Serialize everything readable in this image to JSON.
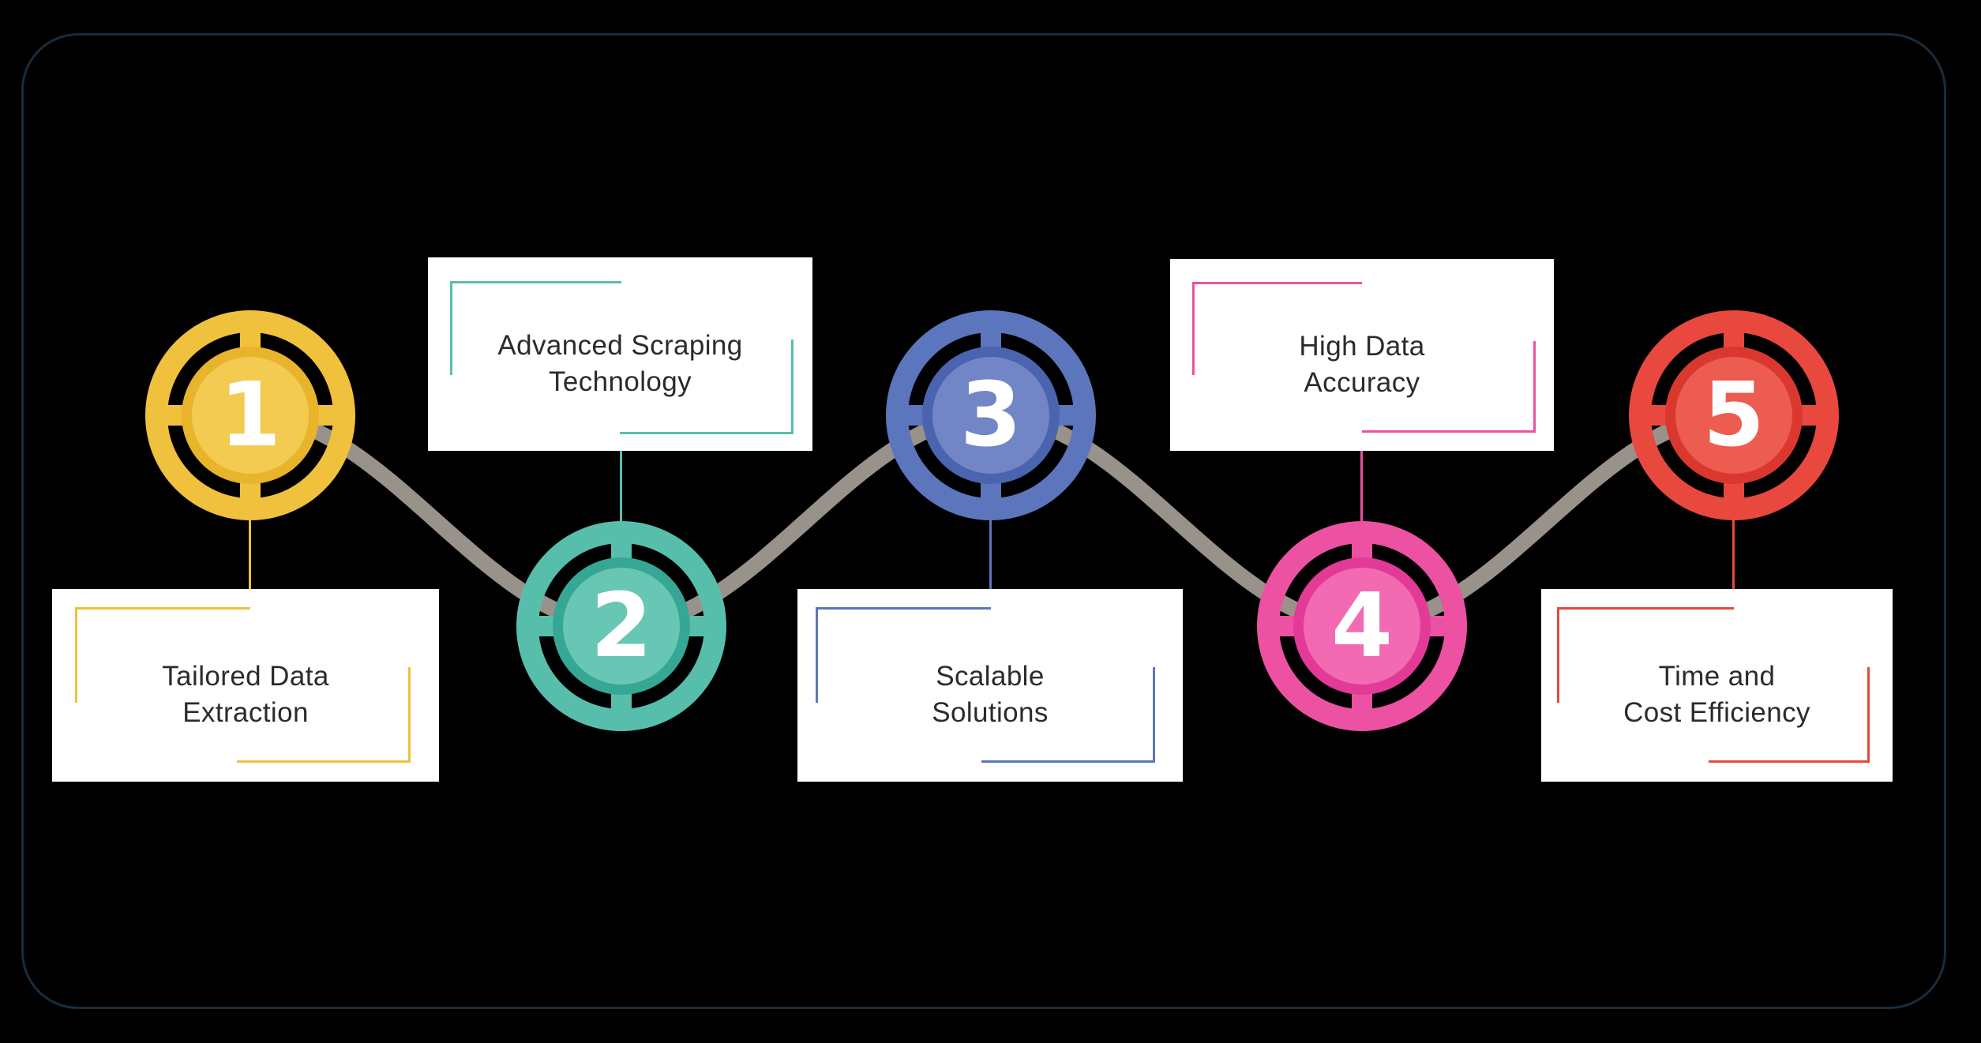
{
  "figure": {
    "background": "#000000",
    "frame_border": "#182C3C",
    "wave": "#98928B",
    "card_bg": "#FFFFFF",
    "text": "#2B2B2B",
    "number_color": "#FFFFFF"
  },
  "steps": [
    {
      "number": "1",
      "label_line1": "Tailored Data",
      "label_line2": "Extraction",
      "colors": {
        "main": "#F0C13C",
        "rim": "#E7B42C",
        "fill": "#F3CB51"
      }
    },
    {
      "number": "2",
      "label_line1": "Advanced Scraping",
      "label_line2": "Technology",
      "colors": {
        "main": "#58BEAC",
        "rim": "#35A794",
        "fill": "#68C6B4"
      }
    },
    {
      "number": "3",
      "label_line1": "Scalable",
      "label_line2": "Solutions",
      "colors": {
        "main": "#5C76BD",
        "rim": "#4A64AF",
        "fill": "#7286C7"
      }
    },
    {
      "number": "4",
      "label_line1": "High Data",
      "label_line2": "Accuracy",
      "colors": {
        "main": "#EC51A2",
        "rim": "#E23A96",
        "fill": "#F16AB2"
      }
    },
    {
      "number": "5",
      "label_line1": "Time and",
      "label_line2": "Cost Efficiency",
      "colors": {
        "main": "#E8483E",
        "rim": "#DA382E",
        "fill": "#EC5C51"
      }
    }
  ]
}
